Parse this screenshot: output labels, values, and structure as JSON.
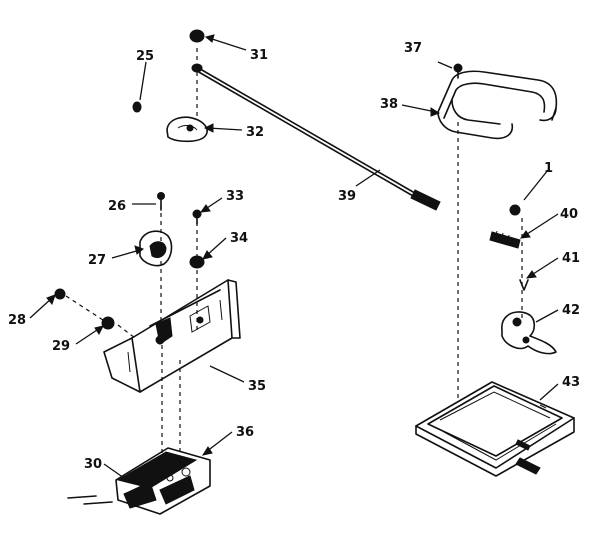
{
  "diagram": {
    "callouts": {
      "c1": "1",
      "c25": "25",
      "c26": "26",
      "c27": "27",
      "c28": "28",
      "c29": "29",
      "c30": "30",
      "c31": "31",
      "c32": "32",
      "c33": "33",
      "c34": "34",
      "c35": "35",
      "c36": "36",
      "c37": "37",
      "c38": "38",
      "c39": "39",
      "c40": "40",
      "c41": "41",
      "c42": "42",
      "c43": "43"
    }
  }
}
